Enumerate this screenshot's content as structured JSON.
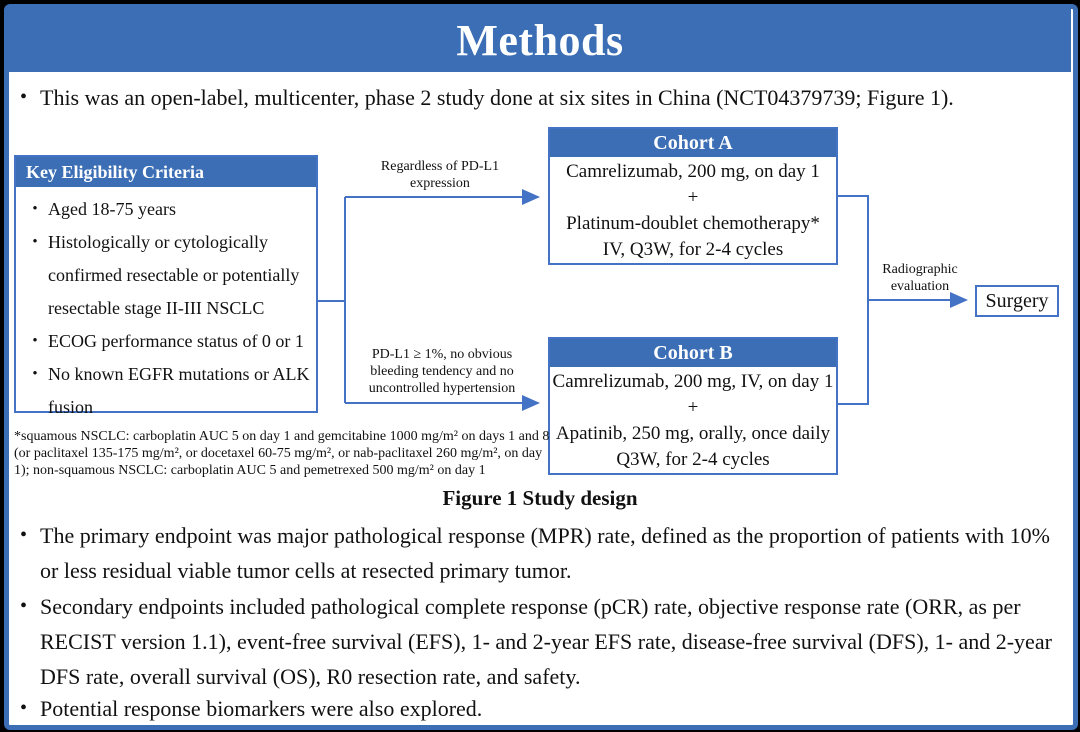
{
  "colors": {
    "band_blue": "#3b6eb5",
    "line_blue": "#4472c4",
    "background": "#ffffff",
    "frame_black": "#000000",
    "text": "#111111"
  },
  "slide": {
    "title": "Methods"
  },
  "intro": {
    "text": "This was an open-label, multicenter, phase 2 study done at six sites in China (NCT04379739; Figure 1)."
  },
  "diagram": {
    "eligibility": {
      "title": "Key  Eligibility Criteria",
      "items": [
        "Aged 18-75 years",
        "Histologically or cytologically confirmed resectable or potentially resectable stage II-III  NSCLC",
        "ECOG performance status of 0 or 1",
        "No known EGFR mutations or ALK fusion"
      ]
    },
    "branch_top_label": "Regardless  of PD-L1 expression",
    "branch_bottom_label": "PD-L1 ≥ 1%, no obvious bleeding tendency and no uncontrolled hypertension",
    "cohort_a": {
      "title": "Cohort A",
      "lines": [
        "Camrelizumab, 200 mg, on day 1",
        "+",
        "Platinum-doublet chemotherapy*",
        "IV, Q3W, for 2-4 cycles"
      ]
    },
    "cohort_b": {
      "title": "Cohort B",
      "lines": [
        "Camrelizumab, 200 mg, IV, on day 1",
        "+",
        "Apatinib, 250 mg, orally, once daily",
        "Q3W, for 2-4 cycles"
      ]
    },
    "evaluation_label": "Radiographic evaluation",
    "surgery_label": "Surgery",
    "footnote": "*squamous NSCLC: carboplatin AUC 5 on day 1 and gemcitabine 1000 mg/m² on days 1 and 8 (or paclitaxel 135-175 mg/m², or docetaxel 60-75 mg/m², or nab-paclitaxel 260 mg/m², on day 1); non-squamous NSCLC: carboplatin AUC 5 and pemetrexed 500 mg/m² on day 1",
    "caption": "Figure 1 Study design"
  },
  "bullets": [
    "The primary endpoint was major pathological response (MPR) rate, defined as the proportion of patients with 10% or less residual viable tumor cells at resected primary tumor.",
    "Secondary endpoints included pathological complete response (pCR) rate, objective  response rate (ORR, as per RECIST version 1.1), event-free survival (EFS), 1- and 2-year EFS rate, disease-free survival (DFS), 1- and 2-year DFS rate, overall survival (OS), R0 resection rate, and safety.",
    "Potential response biomarkers were also explored."
  ]
}
